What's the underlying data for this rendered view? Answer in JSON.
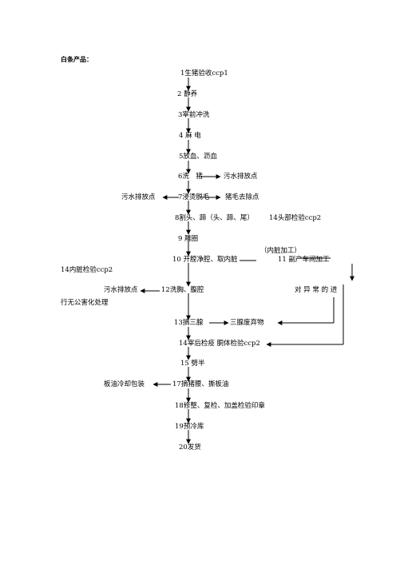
{
  "title": "白条产品：",
  "steps": [
    "1生猪验收ccp1",
    "2 静养",
    "3宰前冲洗",
    "4 麻 电",
    "5放血、沥血",
    "6洗　猪",
    "7浸烫脱毛",
    "8割头、蹄（头、蹄、尾）",
    "9 雕圈",
    "10 开膛净腔、取内脏",
    "12洗胸、腹腔",
    "13摘三腺",
    "14宰后检疫 胴体检验ccp2",
    "15 劈半",
    "17摘猪腰、撕板油",
    "18修整、复检、加盖检验印章",
    "19预冷库",
    "20发货"
  ],
  "side": {
    "s6_right": "污水排放点",
    "s7_left": "污水排放点",
    "s7_right": "猪毛去除点",
    "s8_right": "14头部检验ccp2",
    "organ_note": "（内脏加工）",
    "s11": "11 副产车间加工",
    "s14_inner": "14内脏检验ccp2",
    "s12_left": "污水排放点",
    "abnormal_line1": "对 异 常 的 进",
    "abnormal_line2": "行无公害化处理",
    "s13_right": "三腺废弃物",
    "s17_left": "板油冷却包装"
  }
}
